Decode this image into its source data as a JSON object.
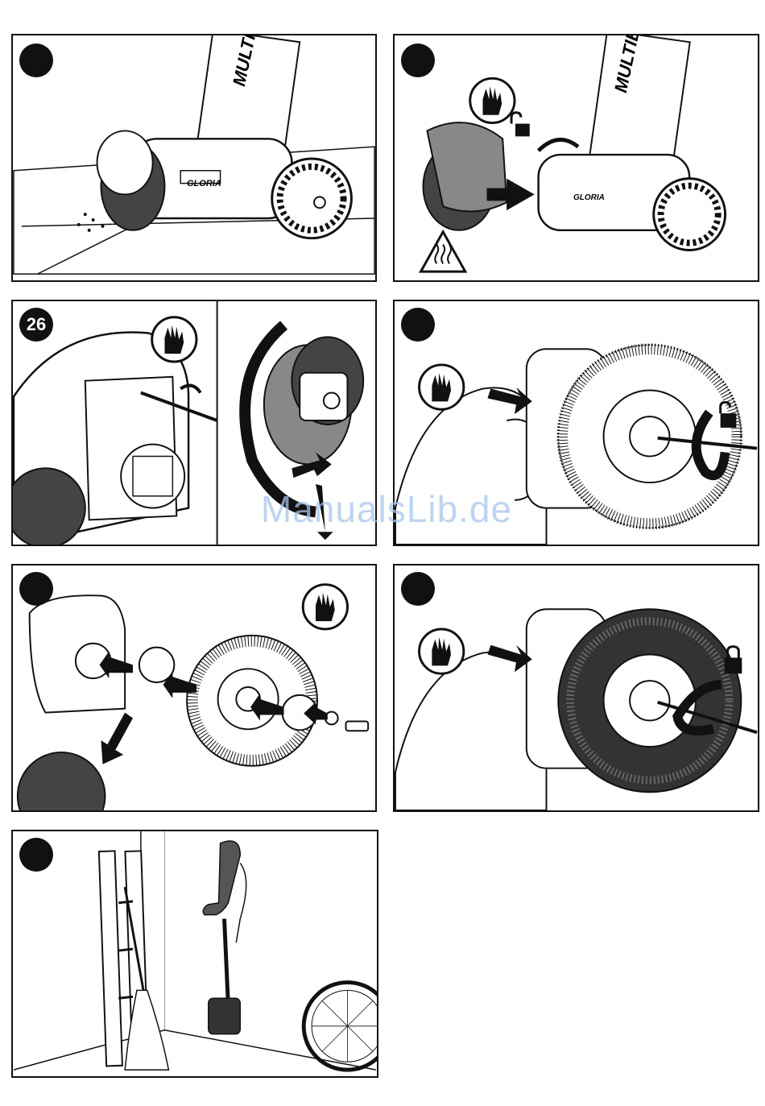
{
  "panels": [
    {
      "step": "",
      "brand": "MULTIBR",
      "logo": "GLORIA"
    },
    {
      "step": "",
      "brand": "MULTIBR",
      "logo": "GLORIA"
    },
    {
      "step": "26"
    },
    {
      "step": ""
    },
    {
      "step": ""
    },
    {
      "step": ""
    },
    {
      "step": ""
    }
  ],
  "icons": [
    "glove-icon",
    "unlock-icon",
    "lock-icon",
    "hot-surface-warning-icon",
    "arrow-icon"
  ],
  "watermark": "ManualsLib.de"
}
